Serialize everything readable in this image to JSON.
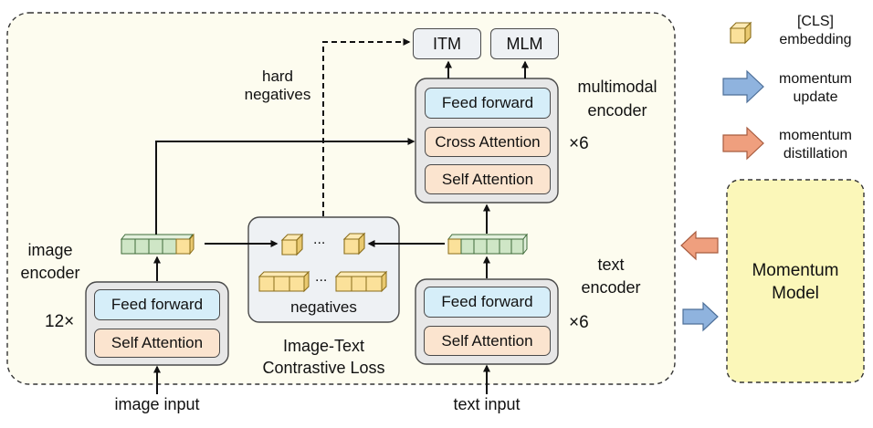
{
  "labels": {
    "itm": "ITM",
    "mlm": "MLM",
    "hard_negatives_1": "hard",
    "hard_negatives_2": "negatives",
    "multimodal_encoder_1": "multimodal",
    "multimodal_encoder_2": "encoder",
    "feed_forward": "Feed forward",
    "cross_attention": "Cross Attention",
    "self_attention": "Self Attention",
    "times6": "×6",
    "times12": "12×",
    "image_encoder_1": "image",
    "image_encoder_2": "encoder",
    "text_encoder_1": "text",
    "text_encoder_2": "encoder",
    "ellipsis_top": "...",
    "ellipsis_bottom": "...",
    "negatives": "negatives",
    "itc_1": "Image-Text",
    "itc_2": "Contrastive Loss",
    "image_input": "image input",
    "text_input": "text input",
    "momentum_model_1": "Momentum",
    "momentum_model_2": "Model"
  },
  "legend": {
    "cls_1": "[CLS]",
    "cls_2": "embedding",
    "update_1": "momentum",
    "update_2": "update",
    "distill_1": "momentum",
    "distill_2": "distillation"
  },
  "colors": {
    "panel_bg": "#fdfcef",
    "feed_forward": "#d6eef9",
    "attention": "#fbe4cf",
    "encoder_box": "#e7e7e7",
    "cls_cube": "#fbe19a",
    "token_green": "#cfe6c6",
    "momentum_update_arrow": "#8fb3de",
    "momentum_distill_arrow": "#ef9f7e",
    "momentum_model_bg": "#fbf7b9"
  }
}
